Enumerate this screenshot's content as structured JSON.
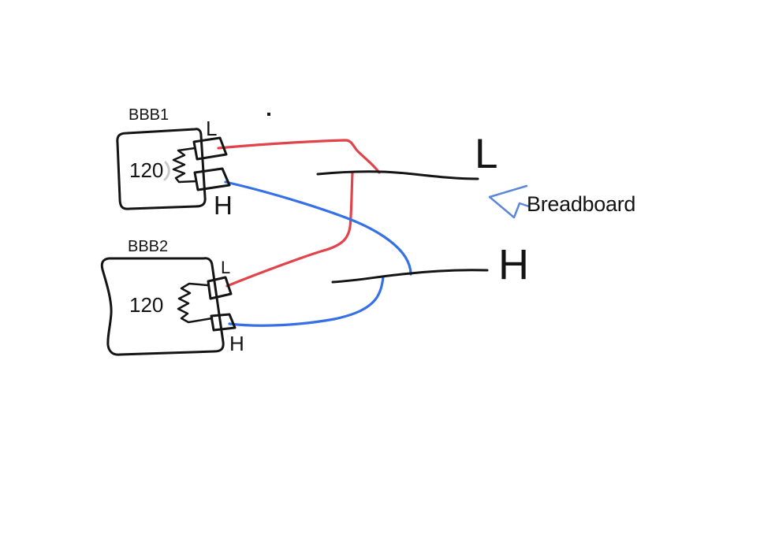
{
  "colors": {
    "ink": "#141414",
    "red_wire": "#e2434a",
    "blue_wire": "#3570e6",
    "arrow_blue": "#5b86dc",
    "smudge_gray": "#c9c9c9",
    "background": "#ffffff"
  },
  "boards": [
    {
      "name": "BBB1",
      "value": "120",
      "pin_top": "L",
      "pin_bottom": "H"
    },
    {
      "name": "BBB2",
      "value": "120",
      "pin_top": "L",
      "pin_bottom": "H"
    }
  ],
  "breadboard": {
    "label": "Breadboard",
    "rail_top": "L",
    "rail_bottom": "H"
  }
}
